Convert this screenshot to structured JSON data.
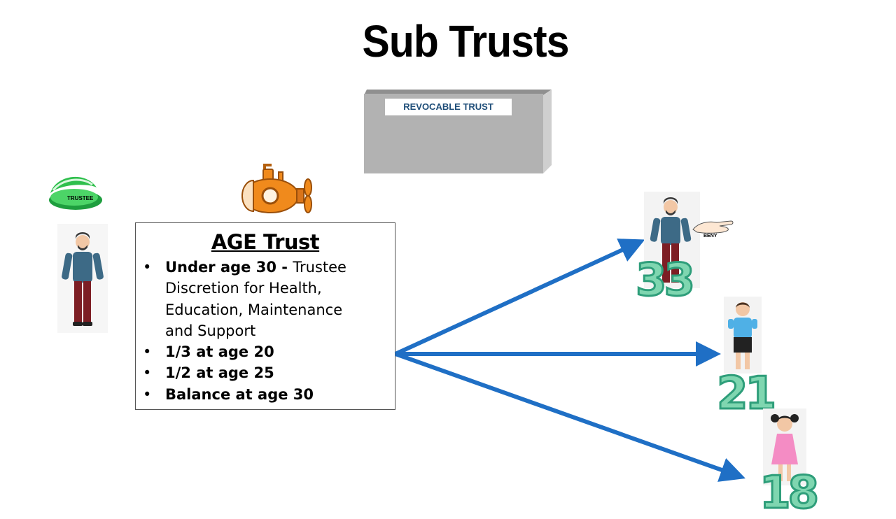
{
  "title": "Sub Trusts",
  "revocable_trust": {
    "label": "REVOCABLE TRUST"
  },
  "trustee": {
    "hat_label": "TRUSTEE"
  },
  "age_trust": {
    "title": "AGE Trust",
    "items": [
      {
        "bold": "Under age 30 - ",
        "text": " Trustee Discretion for Health, Education, Maintenance and Support"
      },
      {
        "bold": "1/3 at age 20",
        "text": ""
      },
      {
        "bold": "1/2 at age 25",
        "text": ""
      },
      {
        "bold": "Balance at age 30",
        "text": ""
      }
    ]
  },
  "beneficiaries": [
    {
      "age": "33",
      "tag": "BENY"
    },
    {
      "age": "21"
    },
    {
      "age": "18"
    }
  ],
  "colors": {
    "arrow": "#1f6fc5",
    "hat": "#22b14c",
    "submarine": "#f08a1c",
    "number_fill": "#7fd6b0",
    "number_stroke": "#2e9e7a"
  }
}
